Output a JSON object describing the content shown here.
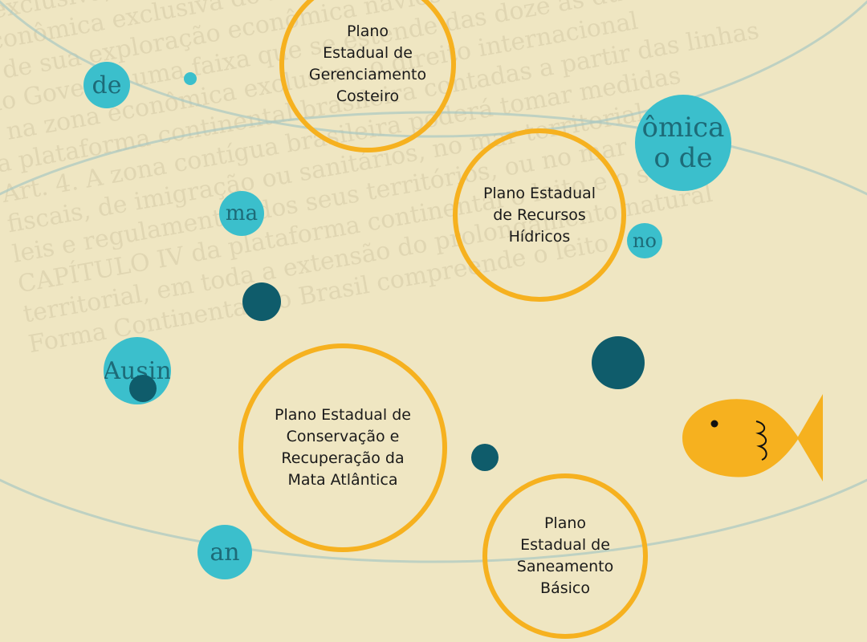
{
  "topics": [
    {
      "label": "Plano Estadual de Gerenciamento Costeiro",
      "lines": [
        "Plano",
        "Estadual de",
        "Gerenciamento",
        "Costeiro"
      ]
    },
    {
      "label": "Plano Estadual de Recursos Hídricos",
      "lines": [
        "Plano Estadual",
        "de Recursos",
        "Hídricos"
      ]
    },
    {
      "label": "Plano Estadual de Conservação e Recuperação da Mata Atlântica",
      "lines": [
        "Plano Estadual de",
        "Conservação e",
        "Recuperação da",
        "Mata Atlântica"
      ]
    },
    {
      "label": "Plano Estadual de Saneamento Básico",
      "lines": [
        "Plano",
        "Estadual de",
        "Saneamento",
        "Básico"
      ]
    }
  ],
  "bubble_text": {
    "b1": "de",
    "b2": "ômica",
    "b3": "o de",
    "b4": "ma",
    "b5": "no",
    "b6": "Ausin",
    "b7": "an"
  },
  "colors": {
    "ring": "#f6b11f",
    "cyan": "#3bbfcc",
    "teal": "#0f5c6b",
    "background": "#efe6c2"
  }
}
